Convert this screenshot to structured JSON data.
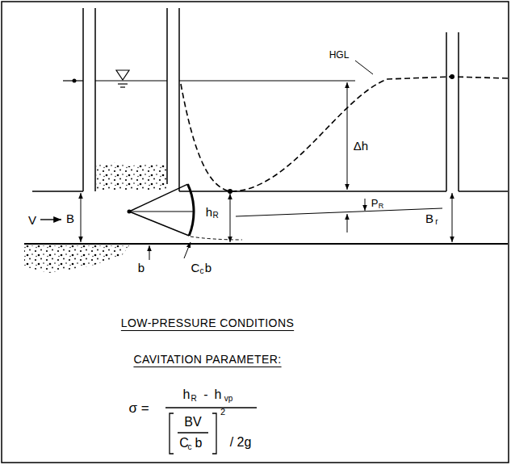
{
  "diagram": {
    "labels": [
      "HGL",
      "Δh",
      "P",
      "R",
      "h",
      "R",
      "B",
      "r",
      "V",
      "B",
      "b",
      "C",
      "c",
      "b",
      "LOW-PRESSURE CONDITIONS",
      "CAVITATION PARAMETER:",
      "σ =",
      "h",
      "R",
      "-",
      "h",
      "vp",
      "BV",
      "C",
      "c",
      "b",
      "2",
      "/ 2g"
    ]
  }
}
